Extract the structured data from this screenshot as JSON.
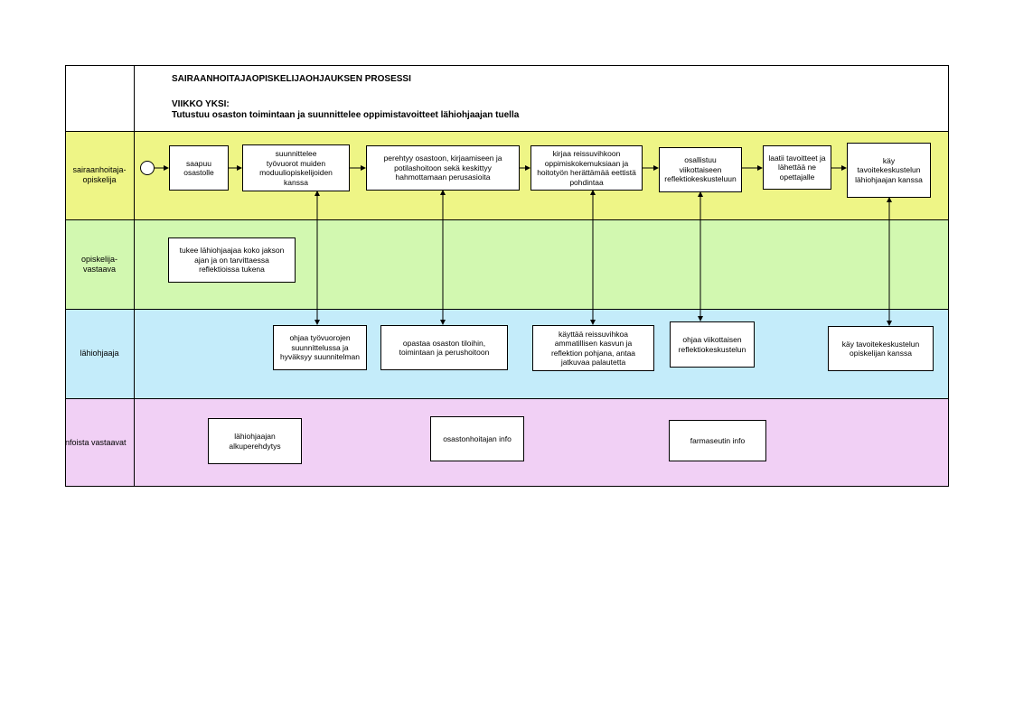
{
  "header": {
    "title": "SAIRAANHOITAJAOPISKELIJAOHJAUKSEN PROSESSI",
    "subtitle_week": "VIIKKO YKSI:",
    "subtitle_goal": "Tutustuu osaston toimintaan ja suunnittelee oppimistavoitteet lähiohjaajan tuella"
  },
  "lanes": [
    {
      "label": "sairaanhoitaja-\nopiskelija",
      "color": "#eef586"
    },
    {
      "label": "opiskelija-\nvastaava",
      "color": "#d2f8b0"
    },
    {
      "label": "lähiohjaaja",
      "color": "#c4ecfa"
    },
    {
      "label": "nfoista vastaavat",
      "color": "#f1d0f5"
    }
  ],
  "student_steps": [
    "saapuu\nosastolle",
    "suunnittelee\ntyövuorot  muiden\nmoduuliopiskelijoiden\nkanssa",
    "perehtyy osastoon, kirjaamiseen ja\npotilashoitoon sekä keskittyy\nhahmottamaan perusasioita",
    "kirjaa reissuvihkoon\noppimiskokemuksiaan ja\nhoitotyön herättämää eettistä\npohdintaa",
    "osallistuu\nviikottaiseen\nreflektiokeskusteluun",
    "laatii tavoitteet ja\nlähettää ne\nopettajalle",
    "käy\ntavoitekeskustelun\nlähiohjaajan kanssa"
  ],
  "coordinator_steps": [
    "tukee lähiohjaajaa koko jakson\najan ja on tarvittaessa\nreflektioissa tukena"
  ],
  "mentor_steps": [
    "ohjaa työvuorojen\nsuunnittelussa ja\nhyväksyy suunnitelman",
    "opastaa osaston tiloihin,\ntoimintaan ja perushoitoon",
    "käyttää reissuvihkoa\nammatillisen kasvun ja\nreflektion pohjana, antaa\njatkuvaa palautetta",
    "ohjaa viikottaisen\nreflektiokeskustelun",
    "käy tavoitekeskustelun\nopiskelijan kanssa"
  ],
  "info_steps": [
    "lähiohjaajan\nalkuperehdytys",
    "osastonhoitajan info",
    "farmaseutin info"
  ]
}
